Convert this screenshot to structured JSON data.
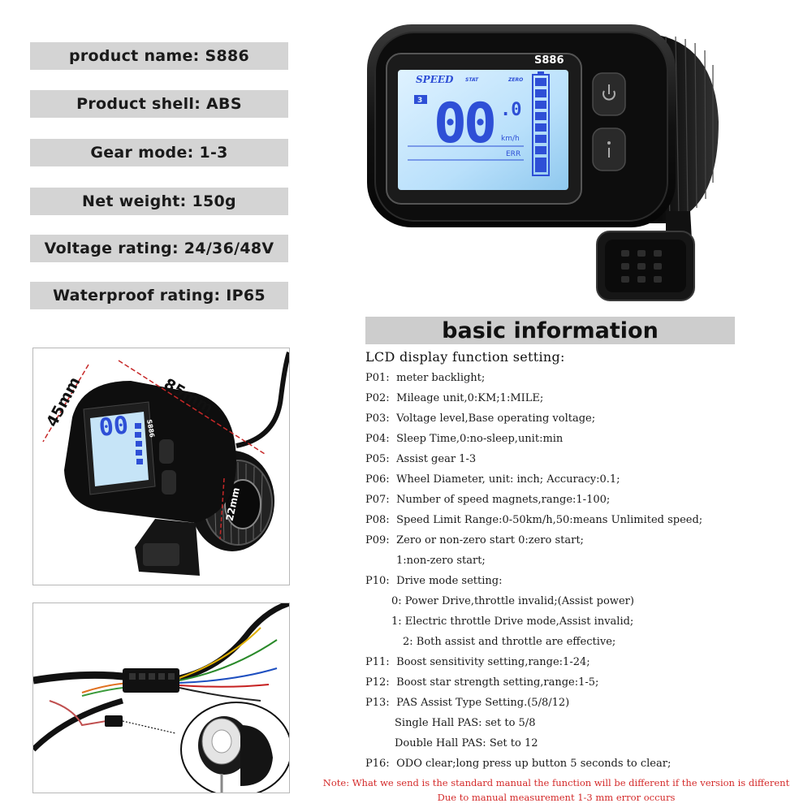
{
  "specs": [
    "product name: S886",
    "Product shell: ABS",
    "Gear mode: 1-3",
    "Net weight: 150g",
    "Voltage rating: 24/36/48V",
    "Waterproof rating: IP65"
  ],
  "device": {
    "model": "S886",
    "lcd_speed_label": "SPEED",
    "lcd_stat_label": "STAT",
    "lcd_zero_label": "ZERO",
    "lcd_gear": "3",
    "lcd_speed_value": "00",
    "lcd_speed_decimal": ".0",
    "lcd_unit": "km/h",
    "lcd_err": "ERR"
  },
  "dimensions": {
    "height": "45mm",
    "width": "85mm",
    "diameter": "22mm"
  },
  "info": {
    "heading": "basic information",
    "subtitle": "LCD display function setting:",
    "params": [
      {
        "code": "P01:",
        "text": "meter backlight;"
      },
      {
        "code": "P02:",
        "text": "Mileage unit,0:KM;1:MILE;"
      },
      {
        "code": "P03:",
        "text": "Voltage level,Base operating voltage;"
      },
      {
        "code": "P04:",
        "text": "Sleep Time,0:no-sleep,unit:min"
      },
      {
        "code": "P05:",
        "text": "Assist gear 1-3"
      },
      {
        "code": "P06:",
        "text": "Wheel Diameter, unit: inch; Accuracy:0.1;"
      },
      {
        "code": "P07:",
        "text": "Number of speed magnets,range:1-100;"
      },
      {
        "code": "P08:",
        "text": "Speed Limit Range:0-50km/h,50:means Unlimited speed;"
      },
      {
        "code": "P09:",
        "text": "Zero or non-zero start   0:zero start;"
      },
      {
        "code": "",
        "text": "1:non-zero start;"
      },
      {
        "code": "P10:",
        "text": "Drive mode setting:"
      },
      {
        "code": "",
        "text": "0: Power Drive,throttle invalid;(Assist power)"
      },
      {
        "code": "",
        "text": "1: Electric throttle Drive mode,Assist invalid;"
      },
      {
        "code": "",
        "text": "2: Both assist and throttle are effective;"
      },
      {
        "code": "P11:",
        "text": "Boost sensitivity setting,range:1-24;"
      },
      {
        "code": "P12:",
        "text": "Boost star strength setting,range:1-5;"
      },
      {
        "code": "P13:",
        "text": "PAS Assist Type Setting.(5/8/12)"
      },
      {
        "code": "",
        "text": "Single Hall PAS: set to 5/8"
      },
      {
        "code": "",
        "text": "Double Hall PAS: Set to 12"
      },
      {
        "code": "P16:",
        "text": "ODO clear;long press up button 5 seconds to clear;"
      }
    ],
    "note_line1": "Note: What we send is the standard manual the function will be different if the version is different",
    "note_line2": "Due to manual measurement   1-3 mm error occurs"
  }
}
